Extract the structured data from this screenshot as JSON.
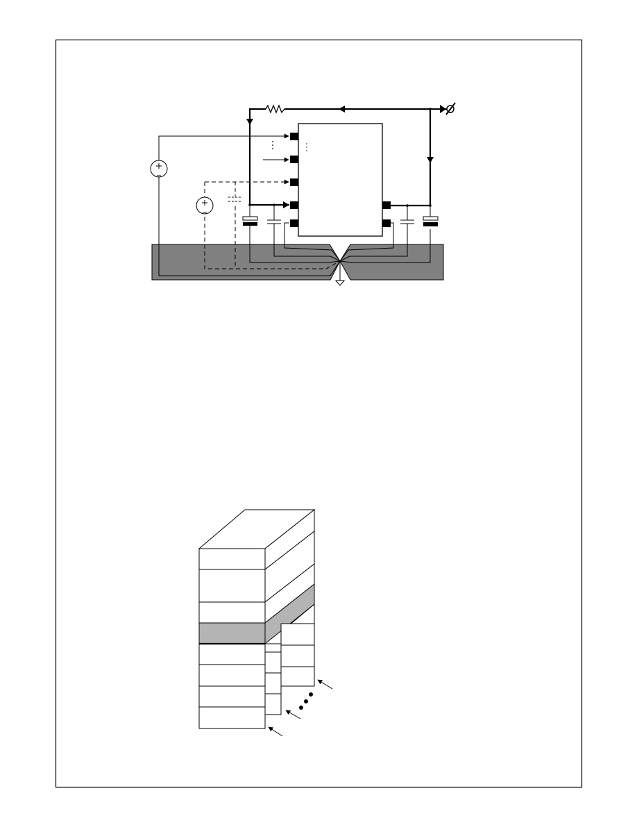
{
  "colors": {
    "background": "#ffffff",
    "line": "#000000",
    "ground_plane": "#808080",
    "stack_highlight": "#b4b4b4",
    "pad": "#000000"
  },
  "icons": {
    "voltage_source": "circle-plus-minus",
    "ground": "triangle-ground",
    "pin": "filled-square",
    "arrow": "line-arrowhead",
    "probe": "slashed-circle-connector"
  }
}
